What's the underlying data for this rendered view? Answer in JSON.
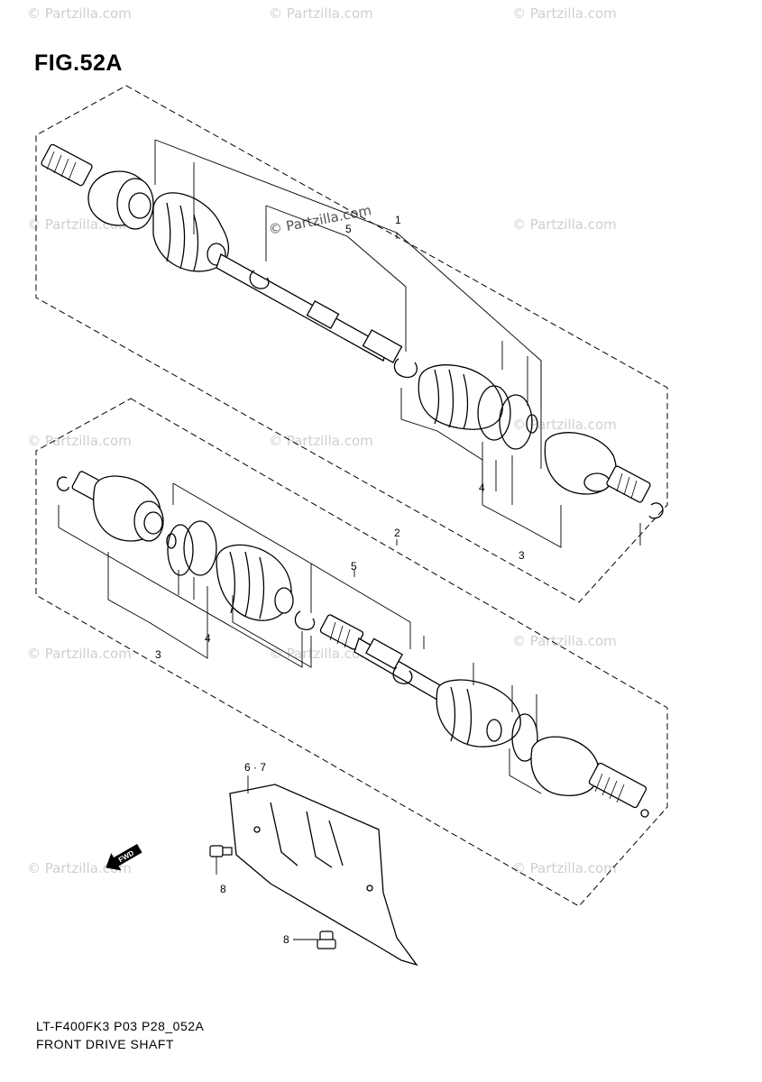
{
  "figure": {
    "title": "FIG.52A",
    "code": "LT-F400FK3 P03 P28_052A",
    "name": "FRONT DRIVE SHAFT"
  },
  "watermark": {
    "text": "© Partzilla.com"
  },
  "callouts": {
    "c1": "1",
    "c2": "2",
    "c3_upper": "3",
    "c3_lower": "3",
    "c4_upper": "4",
    "c4_lower": "4",
    "c5_upper": "5",
    "c5_lower": "5",
    "c67": "6 · 7",
    "c8_bolt_a": "8",
    "c8_bolt_b": "8"
  },
  "direction_arrow": {
    "label": "FWD"
  }
}
